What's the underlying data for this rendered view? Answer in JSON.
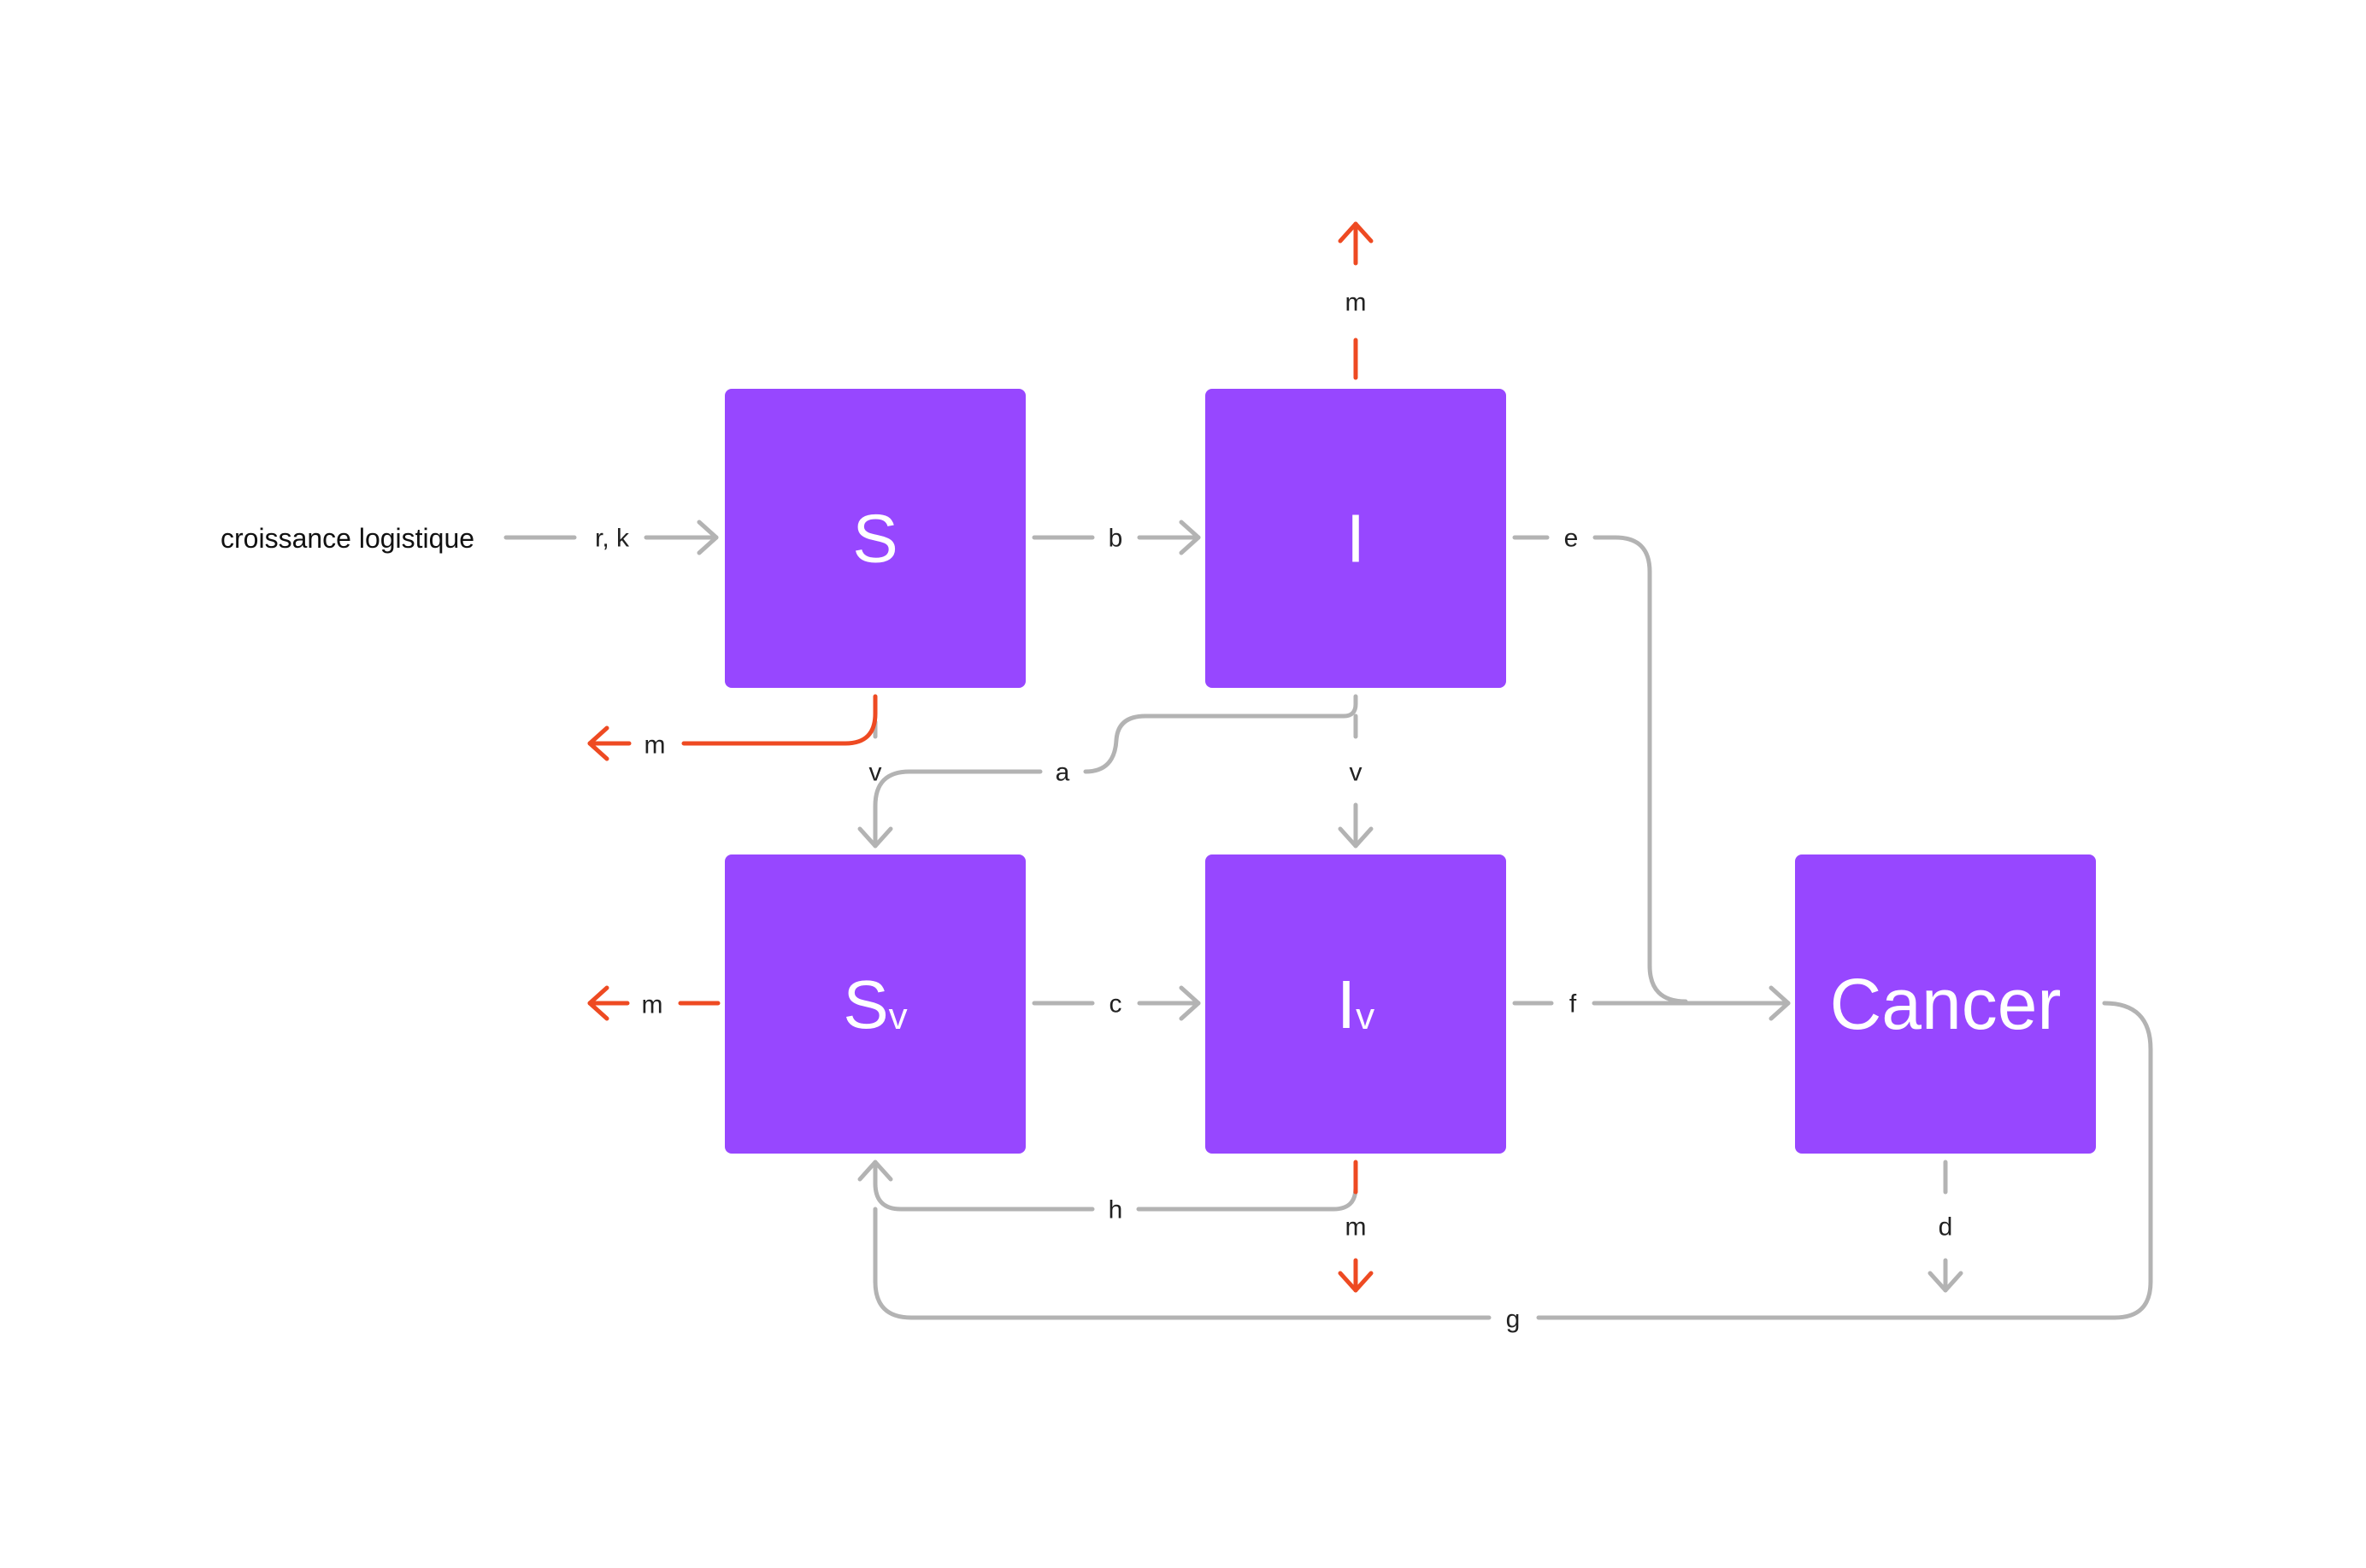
{
  "nodes": {
    "s": "S",
    "i": "I",
    "sv_main": "S",
    "sv_sub": "v",
    "iv_main": "I",
    "iv_sub": "v",
    "cancer": "Cancer"
  },
  "input": {
    "label": "croissance logistique",
    "rate": "r, k"
  },
  "edges": {
    "s_to_i": "b",
    "i_to_cancer": "e",
    "s_to_sv": "v",
    "i_to_sv": "a",
    "i_to_iv": "v",
    "sv_to_iv": "c",
    "iv_to_cancer": "f",
    "iv_to_sv": "h",
    "cancer_out": "d",
    "cancer_to_sv": "g"
  },
  "mortality": {
    "i_top": "m",
    "s_left": "m",
    "sv_left": "m",
    "iv_bottom": "m"
  },
  "colors": {
    "node_fill": "#9747ff",
    "flow_gray": "#b3b3b3",
    "mortality_red": "#ee4a22"
  }
}
